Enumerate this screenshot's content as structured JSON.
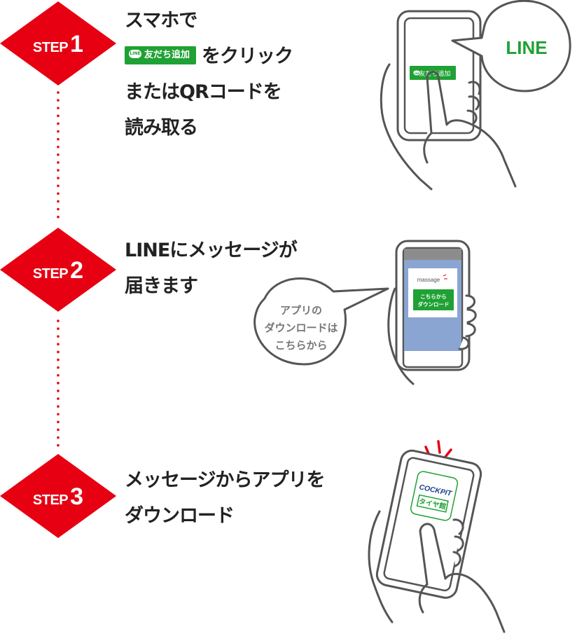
{
  "steps": [
    {
      "word": "STEP",
      "number": "1",
      "lines": [
        "スマホで",
        "をクリック",
        "またはQRコードを",
        "読み取る"
      ],
      "badge_icon": "LINE",
      "badge_text": "友だち追加"
    },
    {
      "word": "STEP",
      "number": "2",
      "lines": [
        "LINEにメッセージが",
        "届きます"
      ]
    },
    {
      "word": "STEP",
      "number": "3",
      "lines": [
        "メッセージからアプリを",
        "ダウンロード"
      ]
    }
  ],
  "illustration1": {
    "bubble_text": "LINE",
    "screen_button_icon": "LINE",
    "screen_button_text": "友だち追加"
  },
  "illustration2": {
    "bubble_lines": [
      "アプリの",
      "ダウンロードは",
      "こちらから"
    ],
    "message_title": "massage",
    "download_lines": [
      "こちらから",
      "ダウンロード"
    ]
  },
  "illustration3": {
    "app_brand": "COCKPIT",
    "app_sub": "タイヤ館"
  },
  "colors": {
    "step_red": "#e60012",
    "line_green": "#1fa134",
    "outline": "#555555",
    "screen_blue": "#8aa5d2"
  },
  "icons": [
    "hand-icon",
    "smartphone-icon",
    "speech-bubble-icon",
    "notification-burst-icon"
  ]
}
